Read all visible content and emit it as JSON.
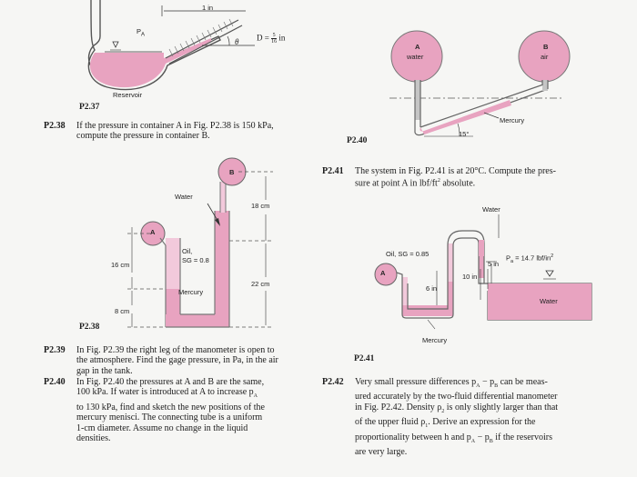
{
  "fig237": {
    "dim_top": "1 in",
    "pa": "P",
    "pa_sub": "A",
    "theta": "θ",
    "dia_prefix": "D =",
    "dia_num": "5",
    "dia_den": "16",
    "dia_unit": "in",
    "reservoir": "Reservoir",
    "caption": "P2.37"
  },
  "fig238": {
    "caption": "P2.38",
    "label_a": "A",
    "label_b": "B",
    "water": "Water",
    "oil": "Oil,",
    "oil_sg": "SG = 0.8",
    "mercury": "Mercury",
    "dim_16": "16 cm",
    "dim_8": "8 cm",
    "dim_18": "18 cm",
    "dim_22": "22 cm"
  },
  "fig240": {
    "caption": "P2.40",
    "label_a": "A",
    "label_b": "B",
    "water": "water",
    "air": "air",
    "mercury": "Mercury",
    "angle": "15°"
  },
  "fig241": {
    "caption": "P2.41",
    "water_top": "Water",
    "oil": "Oil, SG = 0.85",
    "label_a": "A",
    "dim_5": "5 in",
    "dim_10": "10 in",
    "dim_6": "6 in",
    "pa": "P",
    "pa_sub": "a",
    "pa_value": "= 14.7 lbf/in",
    "pa_sup": "2",
    "water_right": "Water",
    "mercury": "Mercury"
  },
  "problems": {
    "p238_num": "P2.38",
    "p238_line1": "If the pressure in container A in Fig. P2.38 is 150 kPa,",
    "p238_line2": "compute the pressure in container B.",
    "p241_num": "P2.41",
    "p241_line1": "The system in Fig. P2.41 is at 20°C. Compute the pres-",
    "p241_line2": "sure at point A in lbf/ft",
    "p241_sup": "2",
    "p241_line2b": " absolute.",
    "p239_num": "P2.39",
    "p239_line1": "In Fig. P2.39 the right leg of the manometer is open to",
    "p239_line2": "the atmosphere. Find the gage pressure, in Pa, in the air",
    "p239_line3": "gap in the tank.",
    "p240_num": "P2.40",
    "p240_line1": "In Fig. P2.40 the pressures at A and B are the same,",
    "p240_line2a": "100 kPa. If water is introduced at A to increase p",
    "p240_line2sub": "A",
    "p240_line3": "to 130 kPa, find and sketch the new positions of the",
    "p240_line4": "mercury menisci. The connecting tube is a uniform",
    "p240_line5": "1-cm diameter. Assume no change in the liquid",
    "p240_line6": "densities.",
    "p242_num": "P2.42",
    "p242_line1a": "Very small pressure differences p",
    "p242_line1s1": "A",
    "p242_line1b": " − p",
    "p242_line1s2": "B",
    "p242_line1c": " can be meas-",
    "p242_line2": "ured accurately by the two-fluid differential manometer",
    "p242_line3a": "in Fig. P2.42. Density ρ",
    "p242_line3s": "2",
    "p242_line3b": " is only slightly larger than that",
    "p242_line4a": "of the upper fluid ρ",
    "p242_line4s": "1",
    "p242_line4b": ". Derive an expression for the",
    "p242_line5a": "proportionality between h and p",
    "p242_line5s1": "A",
    "p242_line5b": " − p",
    "p242_line5s2": "B",
    "p242_line5c": " if the reservoirs",
    "p242_line6": "are very large."
  },
  "colors": {
    "fluid_pink": "#e8a3c0",
    "oil_pink": "#f2c9db",
    "pipe_gray": "#9a9a9a"
  }
}
